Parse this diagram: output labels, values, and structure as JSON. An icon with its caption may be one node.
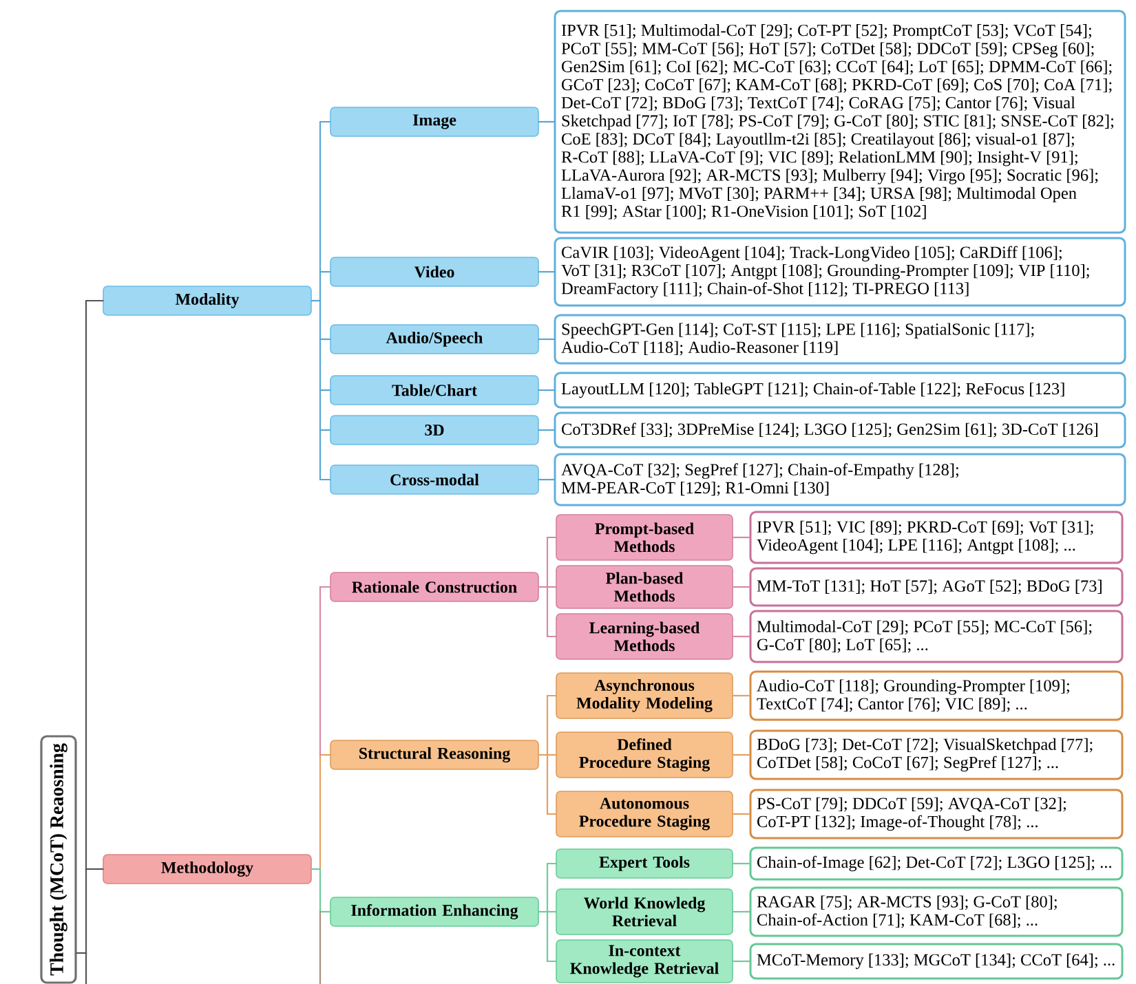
{
  "diagram": {
    "nodes": [
      {
        "text": [
          "Thought (MCoT) Reaosning"
        ]
      },
      {
        "text": [
          "Modality"
        ]
      },
      {
        "text": [
          "Image"
        ]
      },
      {
        "text": [
          "IPVR [51]; Multimodal-CoT [29]; CoT-PT [52]; PromptCoT [53]; VCoT [54]; PCoT [55]; MM-CoT [56]; HoT [57]; CoTDet [58]; DDCoT [59]; CPSeg [60]; Gen2Sim [61]; CoI [62]; MC-CoT [63]; CCoT [64]; LoT [65]; DPMM-CoT [66]; GCoT [23]; CoCoT [67]; KAM-CoT [68]; PKRD-CoT [69]; CoS [70]; CoA [71]; Det-CoT [72]; BDoG [73]; TextCoT [74]; CoRAG [75]; Cantor [76]; Visual Sketchpad [77]; IoT [78]; PS-CoT [79]; G-CoT [80]; STIC [81]; SNSE-CoT [82]; CoE [83]; DCoT [84]; Layoutllm-t2i [85]; Creatilayout [86]; visual-o1 [87]; R-CoT [88]; LLaVA-CoT [9]; VIC [89]; RelationLMM [90]; Insight-V [91]; LLaVA-Aurora [92]; AR-MCTS [93]; Mulberry [94]; Virgo [95]; Socratic [96]; LlamaV-o1 [97]; MVoT [30]; PARM++ [34]; URSA [98]; Multimodal Open R1 [99]; AStar [100]; R1-OneVision [101]; SoT [102]"
        ]
      },
      {
        "text": [
          "Video"
        ]
      },
      {
        "text": [
          "CaVIR [103]; VideoAgent [104]; Track-LongVideo [105]; CaRDiff [106]; VoT [31]; R3CoT [107]; Antgpt [108]; Grounding-Prompter [109]; VIP [110]; DreamFactory [111]; Chain-of-Shot [112]; TI-PREGO [113]"
        ]
      },
      {
        "text": [
          "Audio/Speech"
        ]
      },
      {
        "text": [
          "SpeechGPT-Gen [114]; CoT-ST [115]; LPE [116]; SpatialSonic [117]; Audio-CoT [118]; Audio-Reasoner [119]"
        ]
      },
      {
        "text": [
          "Table/Chart"
        ]
      },
      {
        "text": [
          "LayoutLLM [120]; TableGPT [121]; Chain-of-Table [122]; ReFocus [123]"
        ]
      },
      {
        "text": [
          "3D"
        ]
      },
      {
        "text": [
          "CoT3DRef [33]; 3DPreMise [124]; L3GO [125]; Gen2Sim [61]; 3D-CoT [126]"
        ]
      },
      {
        "text": [
          "Cross-modal"
        ]
      },
      {
        "text": [
          "AVQA-CoT [32]; SegPref [127]; Chain-of-Empathy [128]; MM-PEAR-CoT [129]; R1-Omni [130]"
        ]
      },
      {
        "text": [
          "Methodology"
        ]
      },
      {
        "text": [
          "Rationale Construction"
        ]
      },
      {
        "text": [
          "Prompt-based Methods"
        ]
      },
      {
        "text": [
          "IPVR [51]; VIC [89]; PKRD-CoT [69]; VoT [31]; VideoAgent [104]; LPE [116]; Antgpt [108]; ..."
        ]
      },
      {
        "text": [
          "Plan-based Methods"
        ]
      },
      {
        "text": [
          "MM-ToT [131]; HoT [57]; AGoT [52]; BDoG [73]"
        ]
      },
      {
        "text": [
          "Learning-based Methods"
        ]
      },
      {
        "text": [
          "Multimodal-CoT [29]; PCoT [55]; MC-CoT [56]; G-CoT [80]; LoT [65]; ..."
        ]
      },
      {
        "text": [
          "Structural Reasoning"
        ]
      },
      {
        "text": [
          "Asynchronous Modality Modeling"
        ]
      },
      {
        "text": [
          "Audio-CoT [118]; Grounding-Prompter [109]; TextCoT [74]; Cantor [76]; VIC [89]; ..."
        ]
      },
      {
        "text": [
          "Defined Procedure Staging"
        ]
      },
      {
        "text": [
          "BDoG [73]; Det-CoT [72]; VisualSketchpad [77]; CoTDet [58]; CoCoT [67]; SegPref [127]; ..."
        ]
      },
      {
        "text": [
          "Autonomous Procedure Staging"
        ]
      },
      {
        "text": [
          "PS-CoT [79]; DDCoT [59]; AVQA-CoT [32]; CoT-PT [132]; Image-of-Thought [78]; ..."
        ]
      },
      {
        "text": [
          "Information Enhancing"
        ]
      },
      {
        "text": [
          "Expert Tools"
        ]
      },
      {
        "text": [
          "Chain-of-Image [62]; Det-CoT [72]; L3GO [125]; ..."
        ]
      },
      {
        "text": [
          "World Knowledg Retrieval"
        ]
      },
      {
        "text": [
          "RAGAR [75]; AR-MCTS [93]; G-CoT [80]; Chain-of-Action [71]; KAM-CoT [68]; ..."
        ]
      },
      {
        "text": [
          "In-context Knowledge Retrieval"
        ]
      },
      {
        "text": [
          "MCoT-Memory [133]; MGCoT [134]; CCoT [64]; ..."
        ]
      }
    ],
    "edges": [
      {
        "from": 0,
        "to": 1,
        "arrow": "none",
        "color": "#555555"
      },
      {
        "from": 0,
        "to": 14,
        "arrow": "none",
        "color": "#555555"
      },
      {
        "from": 0,
        "to": null,
        "arrow": "none",
        "color": "#555555"
      },
      {
        "from": 1,
        "to": 2,
        "arrow": "none"
      },
      {
        "from": 1,
        "to": 4,
        "arrow": "none"
      },
      {
        "from": 1,
        "to": 6,
        "arrow": "none"
      },
      {
        "from": 1,
        "to": 8,
        "arrow": "none"
      },
      {
        "from": 1,
        "to": 10,
        "arrow": "none"
      },
      {
        "from": 1,
        "to": 12,
        "arrow": "none"
      },
      {
        "from": 2,
        "to": 3,
        "arrow": "none"
      },
      {
        "from": 4,
        "to": 5,
        "arrow": "none"
      },
      {
        "from": 6,
        "to": 7,
        "arrow": "none"
      },
      {
        "from": 8,
        "to": 9,
        "arrow": "none"
      },
      {
        "from": 10,
        "to": 11,
        "arrow": "none"
      },
      {
        "from": 12,
        "to": 13,
        "arrow": "none"
      },
      {
        "from": 14,
        "to": 15,
        "arrow": "none",
        "color": "#d889a6"
      },
      {
        "from": 14,
        "to": 22,
        "arrow": "none",
        "color": "#e2a062"
      },
      {
        "from": 14,
        "to": 29,
        "arrow": "none",
        "color": "#6fcb9a"
      },
      {
        "from": 14,
        "to": null,
        "arrow": "none",
        "color": "#a89080"
      },
      {
        "from": 15,
        "to": 16,
        "arrow": "none",
        "color": "#d889a6"
      },
      {
        "from": 15,
        "to": 18,
        "arrow": "none",
        "color": "#d889a6"
      },
      {
        "from": 15,
        "to": 20,
        "arrow": "none",
        "color": "#d889a6"
      },
      {
        "from": 16,
        "to": 17,
        "arrow": "none",
        "color": "#d889a6"
      },
      {
        "from": 18,
        "to": 19,
        "arrow": "none",
        "color": "#d889a6"
      },
      {
        "from": 20,
        "to": 21,
        "arrow": "none",
        "color": "#d889a6"
      },
      {
        "from": 22,
        "to": 23,
        "arrow": "none",
        "color": "#e2a062"
      },
      {
        "from": 22,
        "to": 25,
        "arrow": "none",
        "color": "#e2a062"
      },
      {
        "from": 22,
        "to": 27,
        "arrow": "none",
        "color": "#e2a062"
      },
      {
        "from": 23,
        "to": 24,
        "arrow": "none",
        "color": "#e2a062"
      },
      {
        "from": 25,
        "to": 26,
        "arrow": "none",
        "color": "#e2a062"
      },
      {
        "from": 27,
        "to": 28,
        "arrow": "none",
        "color": "#e2a062"
      },
      {
        "from": 29,
        "to": 30,
        "arrow": "none",
        "color": "#6fcb9a"
      },
      {
        "from": 29,
        "to": 32,
        "arrow": "none",
        "color": "#6fcb9a"
      },
      {
        "from": 29,
        "to": 34,
        "arrow": "none",
        "color": "#6fcb9a"
      },
      {
        "from": 30,
        "to": 31,
        "arrow": "none",
        "color": "#6fcb9a"
      },
      {
        "from": 32,
        "to": 33,
        "arrow": "none",
        "color": "#6fcb9a"
      },
      {
        "from": 34,
        "to": 35,
        "arrow": "none",
        "color": "#6fcb9a"
      }
    ]
  }
}
